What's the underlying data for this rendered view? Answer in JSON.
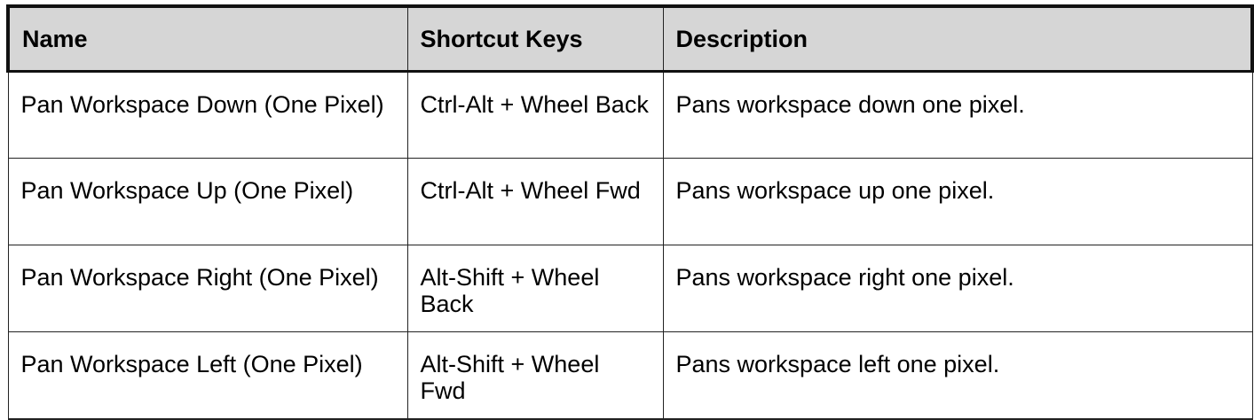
{
  "table": {
    "headers": {
      "name": "Name",
      "keys": "Shortcut Keys",
      "description": "Description"
    },
    "rows": [
      {
        "name": "Pan Workspace Down (One Pixel)",
        "keys": "Ctrl-Alt + Wheel Back",
        "description": "Pans workspace down one pixel."
      },
      {
        "name": "Pan Workspace Up (One Pixel)",
        "keys": "Ctrl-Alt + Wheel Fwd",
        "description": "Pans workspace up one pixel."
      },
      {
        "name": "Pan Workspace Right (One Pixel)",
        "keys": "Alt-Shift + Wheel Back",
        "description": "Pans workspace right one pixel."
      },
      {
        "name": "Pan Workspace Left (One Pixel)",
        "keys": "Alt-Shift + Wheel Fwd",
        "description": "Pans workspace left one pixel."
      }
    ]
  }
}
